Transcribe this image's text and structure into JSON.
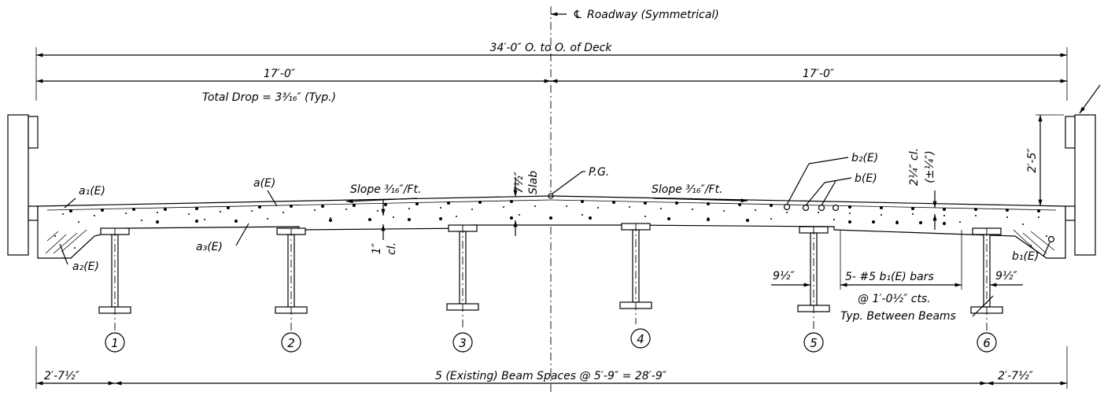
{
  "centerline_label": "Roadway (Symmetrical)",
  "overall_dimension": "34′-0″ O. to O. of Deck",
  "half_dimension_left": "17′-0″",
  "half_dimension_right": "17′-0″",
  "total_drop": "Total Drop = 3³⁄₁₆″ (Typ.)",
  "slope_left": "Slope ³⁄₁₆″/Ft.",
  "slope_right": "Slope ³⁄₁₆″/Ft.",
  "slab_thickness": "7½″",
  "slab_label": "Slab",
  "profile_grade": "P.G.",
  "clear_bottom": "1″",
  "clear_bottom_suffix": "cl.",
  "clear_top": "2¼″ cl.",
  "clear_top_tol": "(±¼″)",
  "curb_height": "2′-5″",
  "bars": {
    "a1": "a₁(E)",
    "a": "a(E)",
    "a2": "a₂(E)",
    "a3": "a₃(E)",
    "b2": "b₂(E)",
    "b": "b(E)",
    "b1": "b₁(E)"
  },
  "flange_left": "9½″",
  "flange_right": "9½″",
  "bar_note_line1": "5- #5 b₁(E) bars",
  "bar_note_line2": "@ 1′-0½″ cts.",
  "bar_note_line3": "Typ. Between Beams",
  "beams": [
    "1",
    "2",
    "3",
    "4",
    "5",
    "6"
  ],
  "overhang_left": "2′-7½″",
  "overhang_right": "2′-7½″",
  "beam_spacing": "5 (Existing) Beam Spaces @ 5′-9″ = 28′-9″"
}
